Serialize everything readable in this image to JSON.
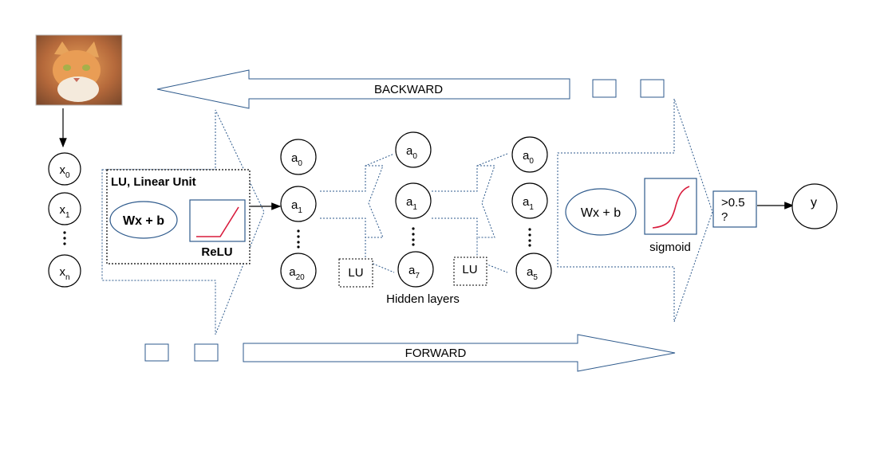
{
  "backward_label": "BACKWARD",
  "forward_label": "FORWARD",
  "inputs": [
    {
      "base": "x",
      "sub": "0"
    },
    {
      "base": "x",
      "sub": "1"
    },
    {
      "base": "x",
      "sub": "n"
    }
  ],
  "lu_box": {
    "title": "LU, Linear Unit",
    "formula": "Wx + b",
    "activation": "ReLU"
  },
  "layer1": [
    {
      "base": "a",
      "sub": "0"
    },
    {
      "base": "a",
      "sub": "1"
    },
    {
      "base": "a",
      "sub": "20"
    }
  ],
  "layer2": [
    {
      "base": "a",
      "sub": "0"
    },
    {
      "base": "a",
      "sub": "1"
    },
    {
      "base": "a",
      "sub": "7"
    }
  ],
  "layer3": [
    {
      "base": "a",
      "sub": "0"
    },
    {
      "base": "a",
      "sub": "1"
    },
    {
      "base": "a",
      "sub": "5"
    }
  ],
  "lu_small_1": "LU",
  "lu_small_2": "LU",
  "hidden_layers_label": "Hidden layers",
  "output_formula": "Wx + b",
  "sigmoid_label": "sigmoid",
  "threshold": {
    "line1": ">0.5",
    "line2": "?"
  },
  "output": "y",
  "colors": {
    "accent_blue": "#2e5a8c",
    "curve_red": "#d81b3c"
  }
}
